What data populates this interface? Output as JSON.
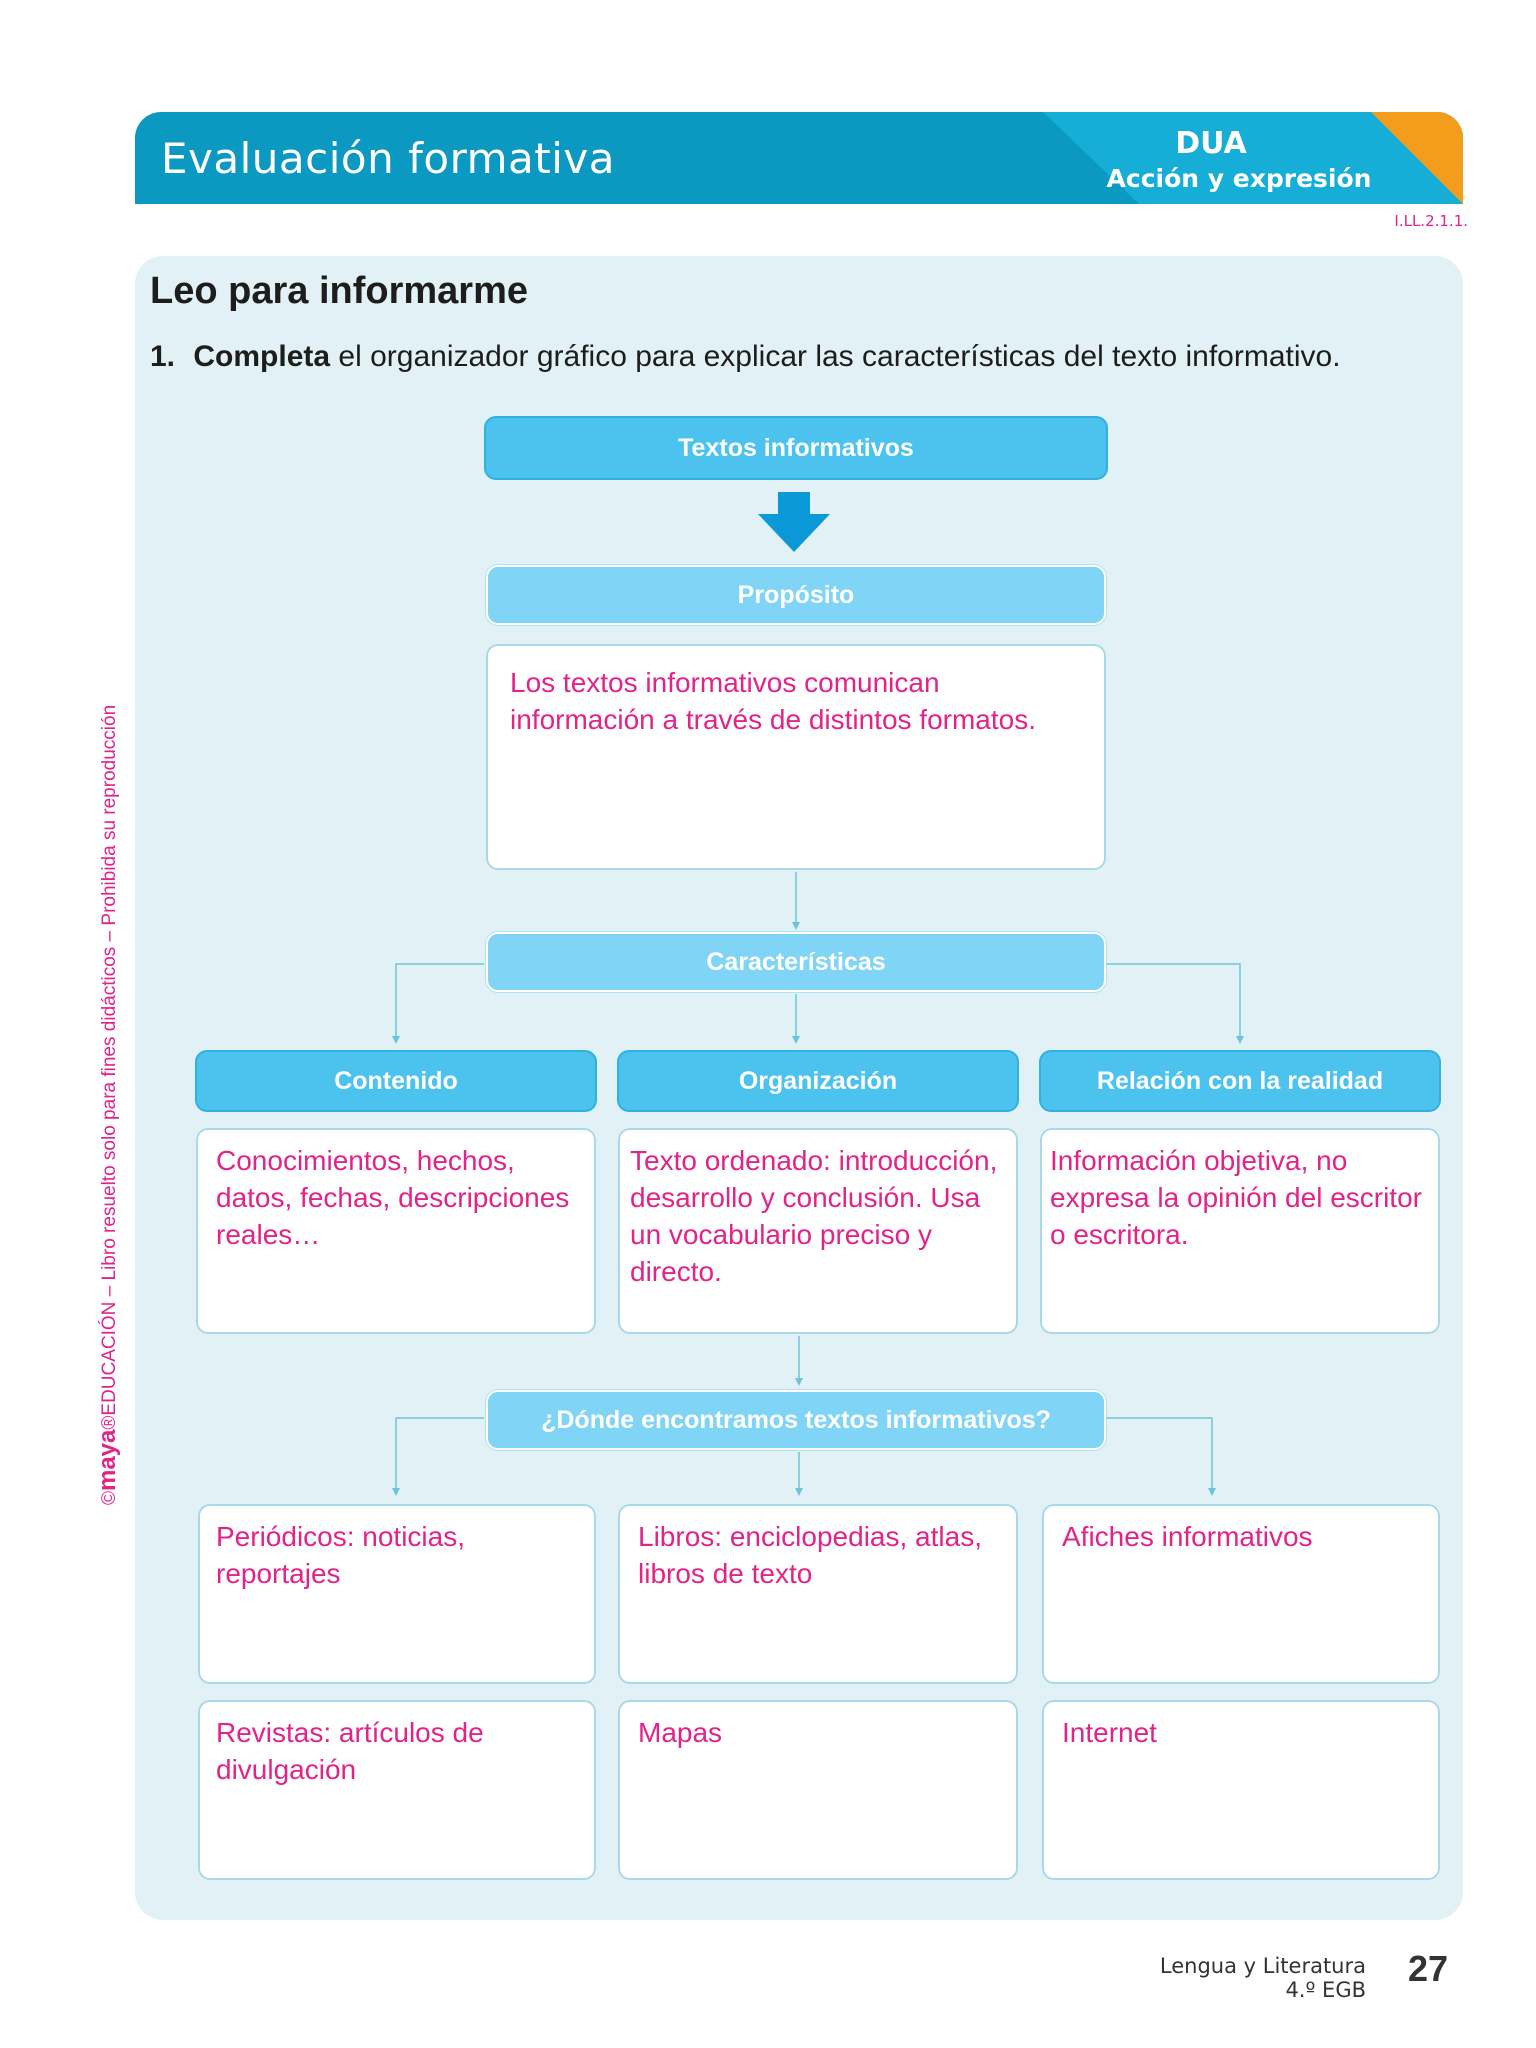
{
  "header": {
    "title": "Evaluación formativa",
    "dua_label": "DUA",
    "dua_sub": "Acción y expresión",
    "code": "I.LL.2.1.1."
  },
  "sidebar": {
    "copyright": "©",
    "brand": "maya",
    "registered": "®",
    "text": "EDUCACIÓN – Libro resuelto solo para fines didácticos – Prohibida su reproducción"
  },
  "section": {
    "title": "Leo para informarme",
    "instruction_number": "1.",
    "instruction_verb": "Completa",
    "instruction_rest": "el organizador gráfico para explicar las características del texto informativo."
  },
  "organizer": {
    "top": "Textos informativos",
    "purpose_header": "Propósito",
    "purpose_answer": "Los textos informativos comunican información a través de distintos formatos.",
    "characteristics_header": "Características",
    "columns": [
      {
        "header": "Contenido",
        "answer": "Conocimientos, hechos, datos, fechas, descripciones reales…"
      },
      {
        "header": "Organización",
        "answer": "Texto ordenado: introducción, desarrollo y conclusión. Usa un vocabulario preciso y directo."
      },
      {
        "header": "Relación con la realidad",
        "answer": "Información objetiva, no expresa la opinión del escritor o escritora."
      }
    ],
    "where_header": "¿Dónde encontramos textos informativos?",
    "where_answers": [
      "Periódicos: noticias, reportajes",
      "Libros: enciclopedias, atlas, libros de texto",
      "Afiches informativos",
      "Revistas: artículos de divulgación",
      "Mapas",
      "Internet"
    ]
  },
  "footer": {
    "subject": "Lengua y Literatura",
    "grade": "4.º EGB",
    "page": "27"
  },
  "colors": {
    "banner": "#0b98c1",
    "orange": "#f49d1d",
    "answer_text": "#e2238a",
    "header_box": "#4cc3ef",
    "panel": "#e2f1f6"
  }
}
